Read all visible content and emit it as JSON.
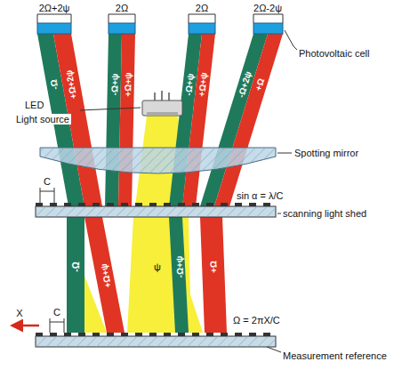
{
  "diagram": {
    "labels": [
      "2Ω+2ψ",
      "2Ω",
      "2Ω",
      "2Ω-2ψ",
      "Photovoltaic cell",
      "-Ω",
      "+Ω+2ψ",
      "-Ω+ψ",
      "+Ω+ψ",
      "-Ω+ψ",
      "+Ω+ψ",
      "-Ω+2ψ",
      "+Ω",
      "LED",
      "Light source",
      "Spotting mirror",
      "C",
      "sin α = λ/C",
      "scanning light shed",
      "-Ω",
      "+Ω+ψ",
      "ψ",
      "-Ω+ψ",
      "+Ω",
      "C",
      "X",
      "Ω = 2πX/C",
      "Measurement reference"
    ]
  }
}
